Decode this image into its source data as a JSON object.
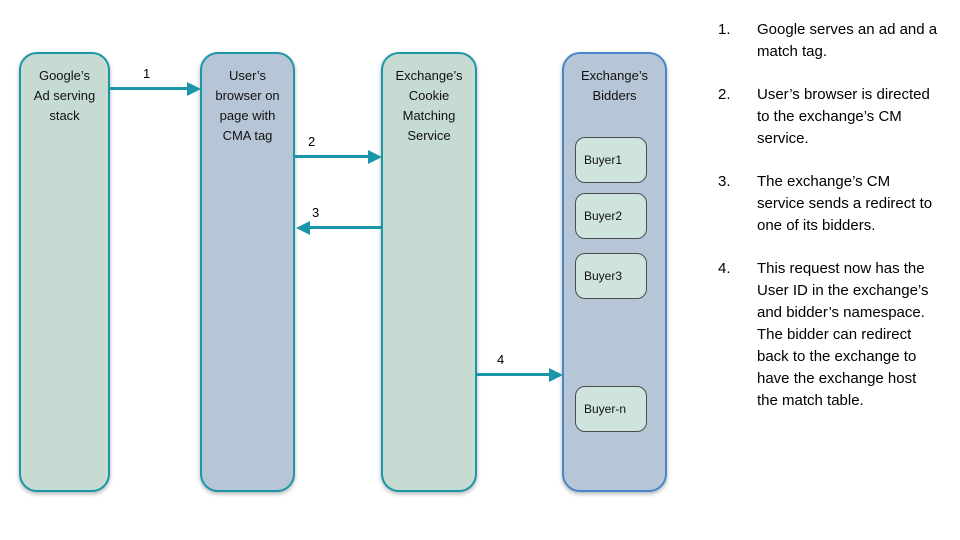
{
  "diagram": {
    "colors": {
      "teal": "#1a96a8",
      "green_fill": "#c6dbd2",
      "blue_fill": "#b7c6d6",
      "buyer_fill": "#cfe4df",
      "blue_border": "#4a86c8",
      "buyer_border": "#4d4d4d"
    },
    "nodes": [
      {
        "label": "Google’s\nAd serving\nstack"
      },
      {
        "label": "User’s\nbrowser on\npage with\nCMA tag"
      },
      {
        "label": "Exchange’s\nCookie\nMatching\nService"
      },
      {
        "label": "Exchange’s\nBidders"
      }
    ],
    "buyers": [
      {
        "label": "Buyer1"
      },
      {
        "label": "Buyer2"
      },
      {
        "label": "Buyer3"
      },
      {
        "label": "Buyer-n"
      }
    ],
    "arrows": [
      {
        "label": "1"
      },
      {
        "label": "2"
      },
      {
        "label": "3"
      },
      {
        "label": "4"
      }
    ]
  },
  "steps": {
    "items": [
      {
        "num": "1.",
        "text": "Google serves an ad and a match tag."
      },
      {
        "num": "2.",
        "text": "User’s browser is directed to the exchange’s CM service."
      },
      {
        "num": "3.",
        "text": "The exchange’s CM service sends a redirect to one of its bidders."
      },
      {
        "num": "4.",
        "text": "This request now has the User ID in the exchange’s and bidder’s namespace. The bidder can redirect back to the exchange to have the exchange host the match table."
      }
    ]
  }
}
